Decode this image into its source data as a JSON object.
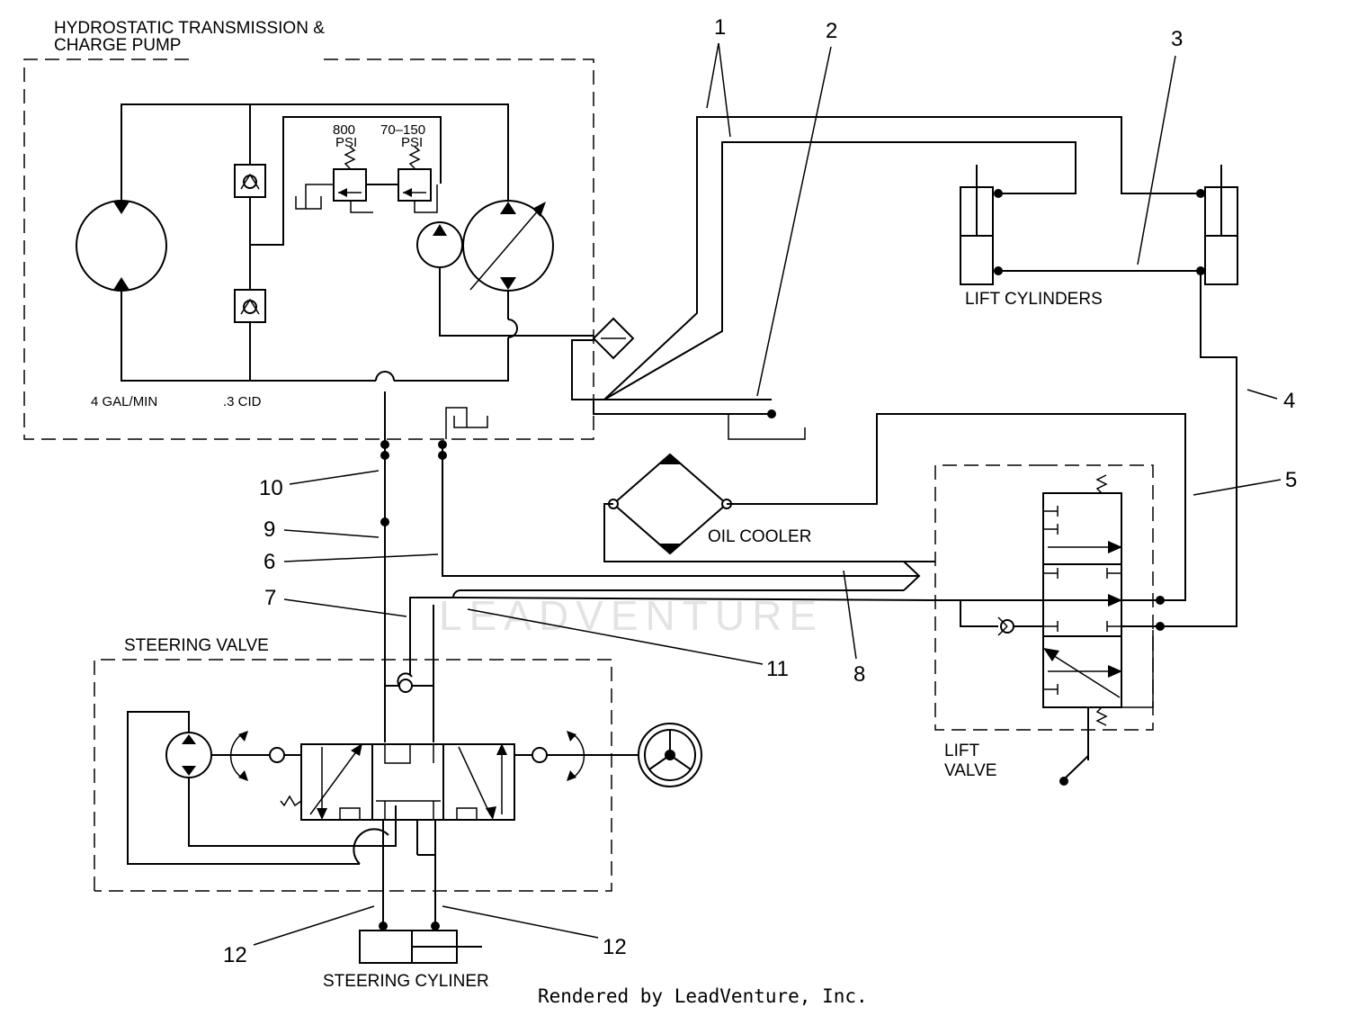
{
  "labels": {
    "hydro_line1": "HYDROSTATIC TRANSMISSION &",
    "hydro_line2": "CHARGE PUMP",
    "psi800_value": "800",
    "psi800_unit": "PSI",
    "psi70_value": "70–150",
    "psi70_unit": "PSI",
    "gal_min": "4 GAL/MIN",
    "cid": ".3 CID",
    "lift_cylinders": "LIFT CYLINDERS",
    "oil_cooler": "OIL COOLER",
    "steering_valve": "STEERING VALVE",
    "lift_valve_line1": "LIFT",
    "lift_valve_line2": "VALVE",
    "steering_cylinder": "STEERING CYLINER",
    "credit": "Rendered by LeadVenture, Inc.",
    "watermark": "LEADVENTURE"
  },
  "callouts": [
    "1",
    "2",
    "3",
    "4",
    "5",
    "6",
    "7",
    "8",
    "9",
    "10",
    "11",
    "12",
    "12"
  ],
  "icons": [
    "hydraulic-motor-icon",
    "variable-pump-icon",
    "charge-pump-icon",
    "check-valve-icon",
    "relief-valve-icon",
    "filter-icon",
    "oil-cooler-icon",
    "steering-wheel-icon",
    "lift-cylinder-icon",
    "steering-cylinder-icon"
  ]
}
